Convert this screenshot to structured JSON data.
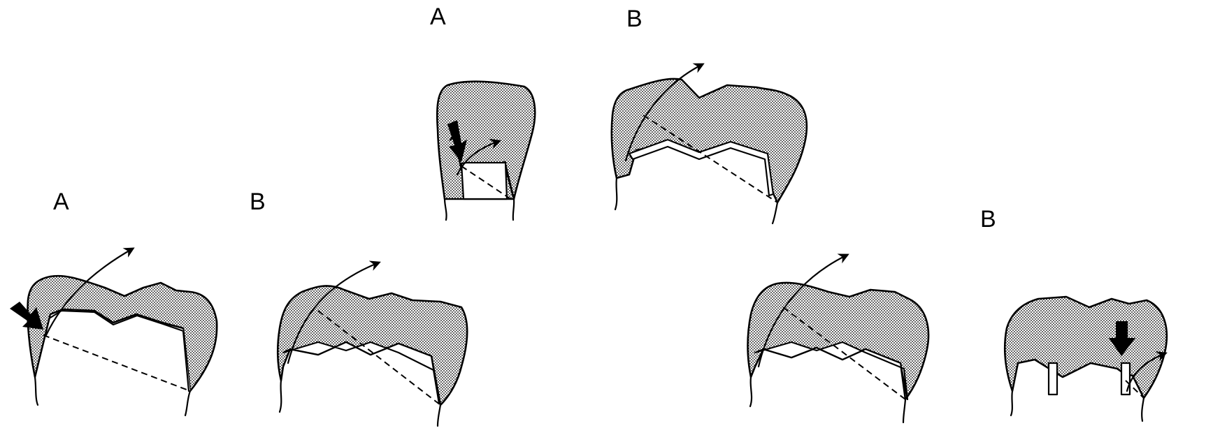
{
  "labels": {
    "top_a": "A",
    "top_b": "B",
    "left_a": "A",
    "left_b": "B",
    "right_b": "B"
  },
  "colors": {
    "ink": "#000000",
    "shading_dots": "#000000",
    "background": "#ffffff"
  }
}
